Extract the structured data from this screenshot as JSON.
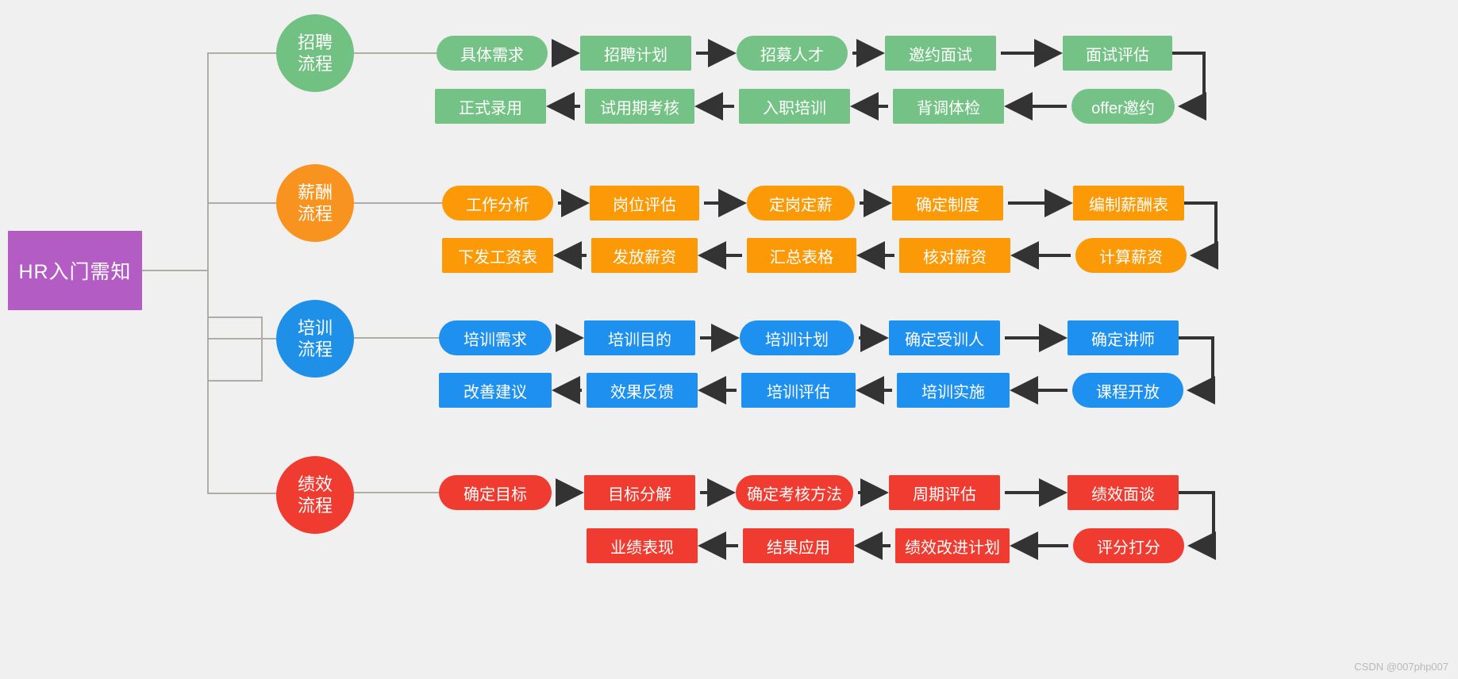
{
  "root": {
    "label": "HR入门需知",
    "color": "#b35cc4"
  },
  "watermark": "CSDN @007php007",
  "branches": [
    {
      "id": "recruitment",
      "label_line1": "招聘",
      "label_line2": "流程",
      "color": "#70c182",
      "box_color": "#74c285",
      "row_top": [
        "具体需求",
        "招聘计划",
        "招募人才",
        "邀约面试",
        "面试评估"
      ],
      "row_bottom": [
        "正式录用",
        "试用期考核",
        "入职培训",
        "背调体检",
        "offer邀约"
      ]
    },
    {
      "id": "compensation",
      "label_line1": "薪酬",
      "label_line2": "流程",
      "color": "#f7931e",
      "box_color": "#fb9a06",
      "row_top": [
        "工作分析",
        "岗位评估",
        "定岗定薪",
        "确定制度",
        "编制薪酬表"
      ],
      "row_bottom": [
        "下发工资表",
        "发放薪资",
        "汇总表格",
        "核对薪资",
        "计算薪资"
      ]
    },
    {
      "id": "training",
      "label_line1": "培训",
      "label_line2": "流程",
      "color": "#1e90e8",
      "box_color": "#1e90f0",
      "row_top": [
        "培训需求",
        "培训目的",
        "培训计划",
        "确定受训人",
        "确定讲师"
      ],
      "row_bottom": [
        "改善建议",
        "效果反馈",
        "培训评估",
        "培训实施",
        "课程开放"
      ]
    },
    {
      "id": "performance",
      "label_line1": "绩效",
      "label_line2": "流程",
      "color": "#ef3b30",
      "box_color": "#ef3b30",
      "row_top": [
        "确定目标",
        "目标分解",
        "确定考核方法",
        "周期评估",
        "绩效面谈"
      ],
      "row_bottom": [
        "业绩表现",
        "结果应用",
        "绩效改进计划",
        "评分打分"
      ]
    }
  ]
}
